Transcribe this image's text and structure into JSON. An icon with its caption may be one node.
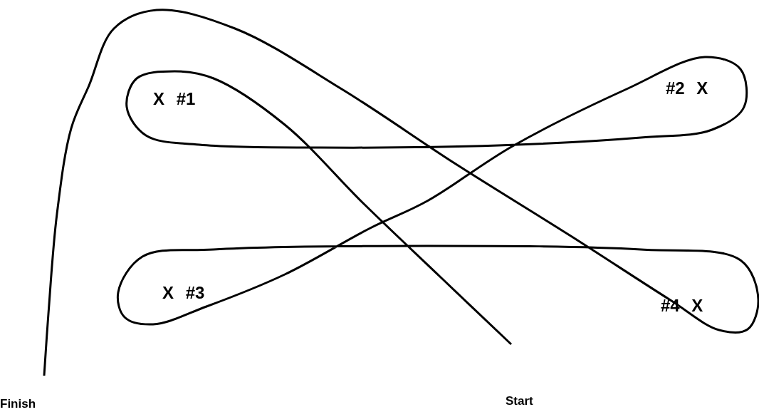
{
  "diagram": {
    "nodes": [
      {
        "text": [
          "Start"
        ]
      },
      {
        "text": [
          "Finish"
        ]
      }
    ],
    "edges": [
      {
        "from": 0,
        "to": 1,
        "arrow": "none"
      }
    ],
    "labels": [
      "X #1",
      "#2 X",
      "X #3",
      "#4 X"
    ]
  }
}
